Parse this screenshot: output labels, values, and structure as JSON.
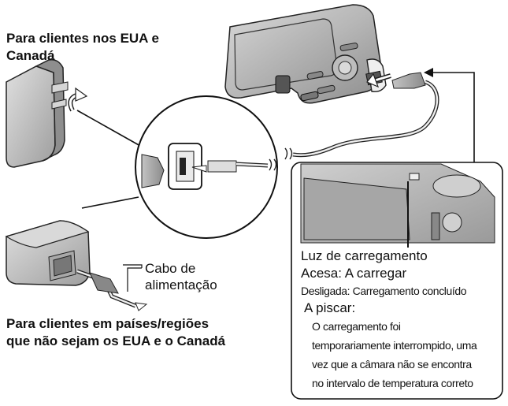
{
  "diagram": {
    "usa_canada_label": [
      "Para clientes nos EUA e",
      "Canadá"
    ],
    "other_regions_label": [
      "Para clientes em países/regiões",
      "que não sejam os EUA e o Canadá"
    ],
    "power_cord_label": [
      "Cabo de",
      "alimentação"
    ],
    "charge_lamp": {
      "title": "Luz de carregamento",
      "on": "Acesa: A carregar",
      "off": "Desligada: Carregamento concluído",
      "blinking": "A piscar:",
      "blinking_detail": [
        "O carregamento foi",
        "temporariamente interrompido, uma",
        "vez que a câmara não se encontra",
        "no intervalo de temperatura correto"
      ]
    }
  }
}
